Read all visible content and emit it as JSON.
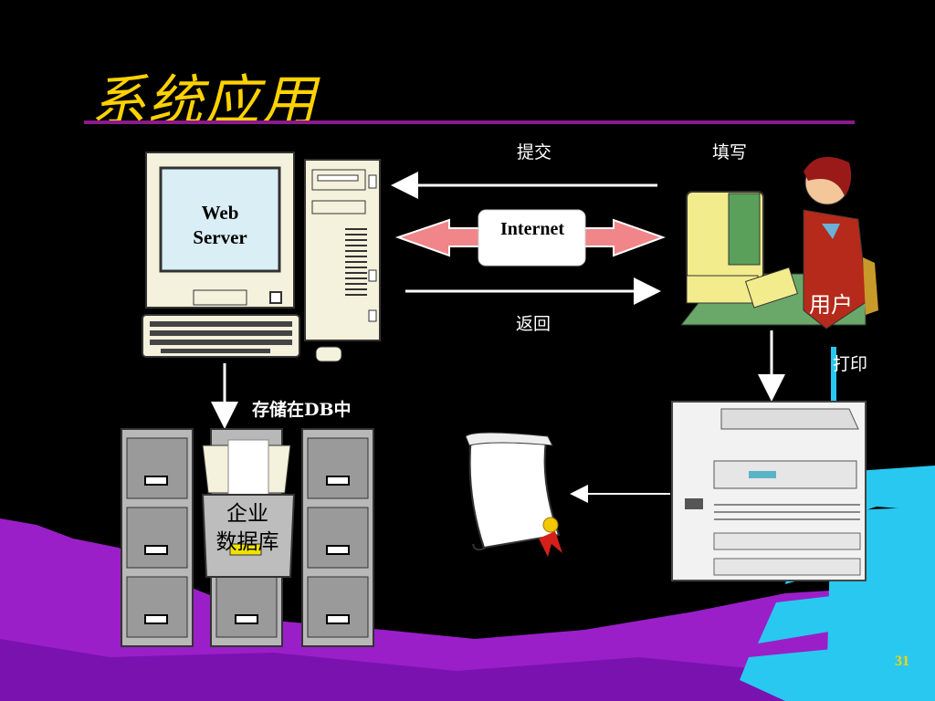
{
  "slide": {
    "title": "系统应用",
    "page_number": "31"
  },
  "labels": {
    "submit": "提交",
    "fill_in": "填写",
    "return": "返回",
    "print": "打印",
    "store_db": "存储在DB中"
  },
  "nodes": {
    "web_server_line1": "Web",
    "web_server_line2": "Server",
    "internet": "Internet",
    "user": "用户",
    "database_line1": "企业",
    "database_line2": "数据库"
  },
  "colors": {
    "title": "#ffd200",
    "rule": "#8c1a8c",
    "ground": "#9b1fc8",
    "tower": "#29c8f0",
    "internet_arrow": "#f0868a"
  }
}
